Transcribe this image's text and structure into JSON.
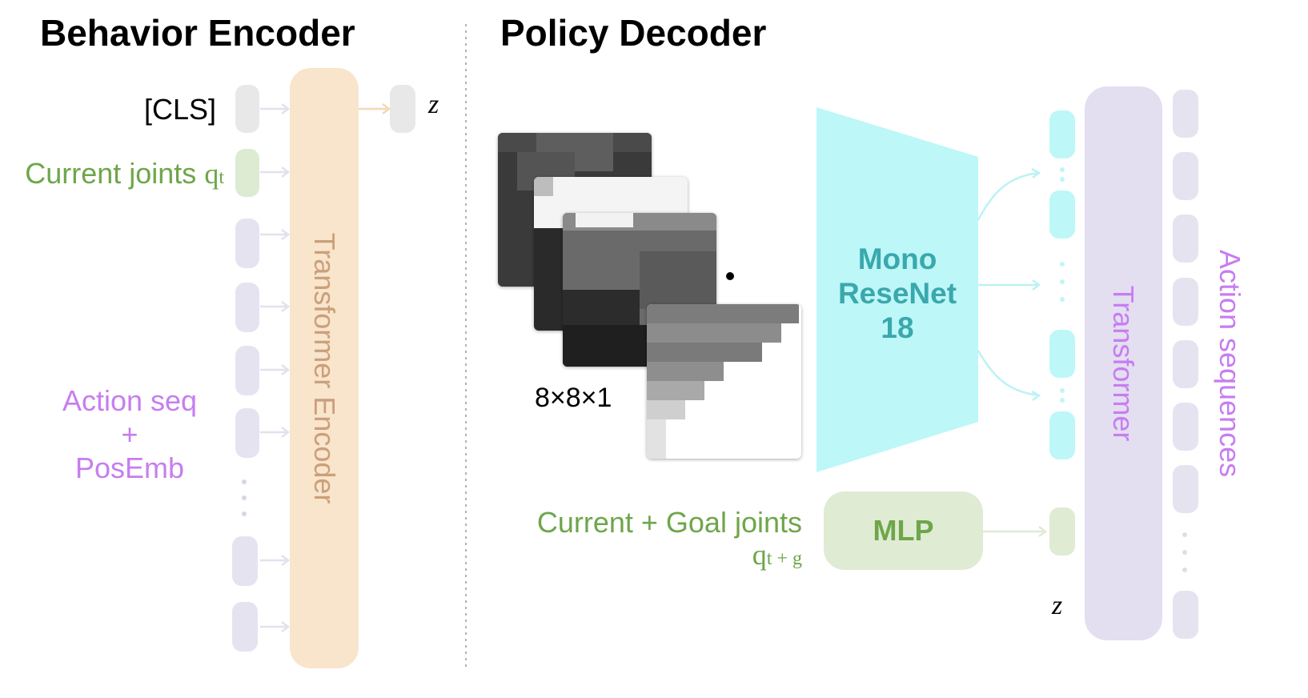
{
  "encoder": {
    "title": "Behavior Encoder",
    "cls_label": "[CLS]",
    "current_joints_label": "Current joints",
    "current_joints_symbol": "q",
    "current_joints_sub": "t",
    "action_seq_line1": "Action seq",
    "action_seq_line2": "+",
    "action_seq_line3": "PosEmb",
    "block_label": "Transformer Encoder",
    "output_symbol": "z"
  },
  "decoder": {
    "title": "Policy Decoder",
    "image_size_label": "8×8×1",
    "backbone_line1": "Mono",
    "backbone_line2": "ReseNet",
    "backbone_line3": "18",
    "joints_label": "Current + Goal joints",
    "joints_symbol": "q",
    "joints_sub": "t + g",
    "mlp_label": "MLP",
    "block_label": "Transformer",
    "latent_symbol": "z",
    "output_label": "Action sequences"
  },
  "colors": {
    "encoder_block": "#f9e4cc",
    "cls_token": "#e8e8e8",
    "joint_token": "#dcebd2",
    "action_token": "#e6e3f1",
    "green_text": "#6ea64a",
    "purple_text": "#c77df0",
    "cyan_block": "#bdf7f8",
    "cyan_text": "#3aa8ac",
    "mlp_block": "#dfebd3",
    "decoder_block": "#e3def0"
  }
}
